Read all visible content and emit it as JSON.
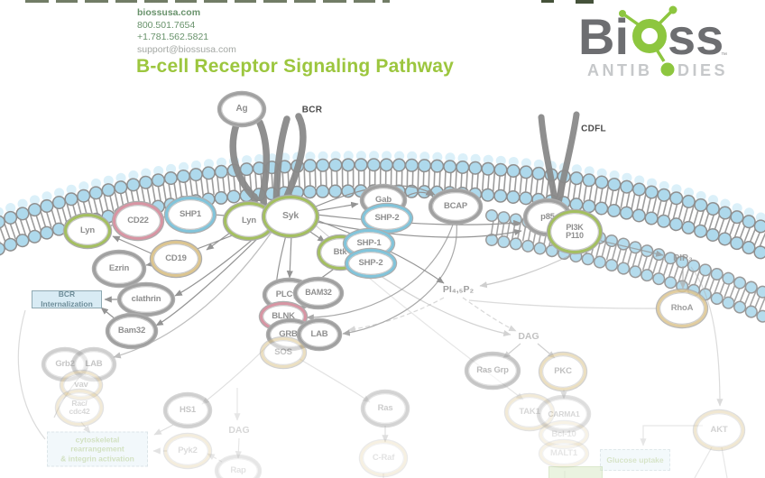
{
  "header": {
    "website": "biossusa.com",
    "phone_tollfree": "800.501.7654",
    "phone_intl": "+1.781.562.5821",
    "email": "support@biossusa.com",
    "title": "B-cell Receptor Signaling Pathway"
  },
  "logo": {
    "bi": "Bi",
    "ss": "ss",
    "tm": "™",
    "antib": "ANTIB",
    "dies": "DIES"
  },
  "colors": {
    "brand_green": "#8dc63f",
    "title_green": "#9cc63e",
    "logo_gray": "#6d6e71",
    "node_green": "#a4bf60",
    "node_pink": "#d795a3",
    "node_blue": "#82c4da",
    "node_tan": "#dcc590",
    "node_gray": "#a0a0a0",
    "membrane_blue": "#aed9ec",
    "line_gray": "#949494"
  },
  "receptors": {
    "ag": "Ag",
    "bcr": "BCR",
    "cdfl": "CDFL"
  },
  "nodes": [
    {
      "label": "Lyn"
    },
    {
      "label": "CD22"
    },
    {
      "label": "SHP1"
    },
    {
      "label": "Lyn"
    },
    {
      "label": "Syk"
    },
    {
      "label": "Gab"
    },
    {
      "label": "SHP-2"
    },
    {
      "label": "BCAP"
    },
    {
      "label": "p85"
    },
    {
      "label": "PI3K\nP110"
    },
    {
      "label": "CD19"
    },
    {
      "label": "Ezrin"
    },
    {
      "label": "clathrin"
    },
    {
      "label": "Bam32"
    },
    {
      "label": "Btk"
    },
    {
      "label": "SHP-1"
    },
    {
      "label": "SHP-2"
    },
    {
      "label": "PLCγ2"
    },
    {
      "label": "BAM32"
    },
    {
      "label": "BLNK"
    },
    {
      "label": "GRB2"
    },
    {
      "label": "LAB"
    },
    {
      "label": "SOS"
    },
    {
      "label": "Grb2"
    },
    {
      "label": "LAB"
    },
    {
      "label": "vav"
    },
    {
      "label": "Rac/\ncdc42"
    },
    {
      "label": "HS1"
    },
    {
      "label": "Pyk2"
    },
    {
      "label": "Rap"
    },
    {
      "label": "Ras"
    },
    {
      "label": "C-Raf"
    },
    {
      "label": "Ras Grp"
    },
    {
      "label": "PKC"
    },
    {
      "label": "TAK1"
    },
    {
      "label": "CARMA1"
    },
    {
      "label": "Bcl-10"
    },
    {
      "label": "MALT1"
    },
    {
      "label": "RhoA"
    },
    {
      "label": "AKT"
    }
  ],
  "boxes": {
    "bcr_internalization": "BCR Internalization",
    "cytoskeletal": "cytoskeletal rearrangement\n& integrin activation",
    "glucose": "Glucose uptake"
  },
  "labels": {
    "pip3": "PIP₃",
    "pi45p2": "PI₄,₅P₂",
    "dag_left": "DAG",
    "dag_right": "DAG"
  }
}
